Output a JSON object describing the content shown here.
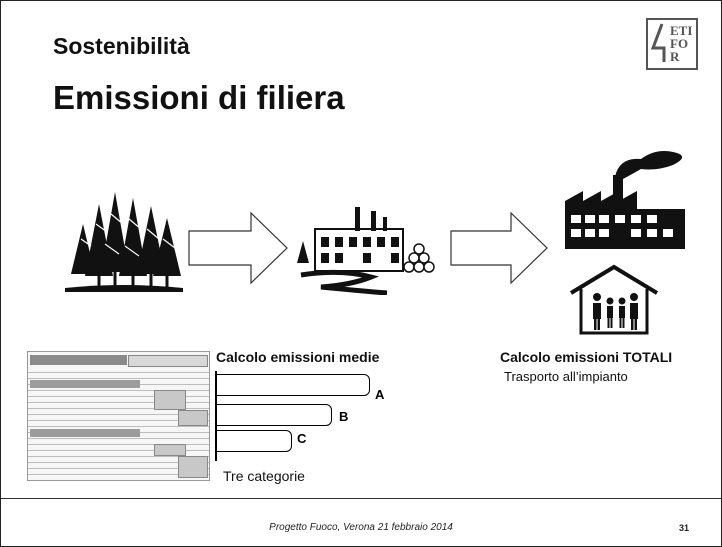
{
  "header": {
    "subtitle": "Sostenibilità",
    "title": "Emissioni di filiera",
    "logo_text": "ETIFOR"
  },
  "main": {
    "calc_medie_label": "Calcolo emissioni medie",
    "calc_totali_label": "Calcolo emissioni TOTALI",
    "trasporto_label": "Trasporto all’impianto",
    "bar_labels": [
      "A",
      "B",
      "C"
    ],
    "tre_categorie": "Tre categorie"
  },
  "icons": {
    "forest": "forest-icon",
    "arrow": "right-arrow-icon",
    "mill": "sawmill-icon",
    "factory": "factory-icon",
    "house": "family-house-icon"
  },
  "footer": {
    "caption": "Progetto Fuoco, Verona 21 febbraio 2014",
    "page_number": "31"
  }
}
